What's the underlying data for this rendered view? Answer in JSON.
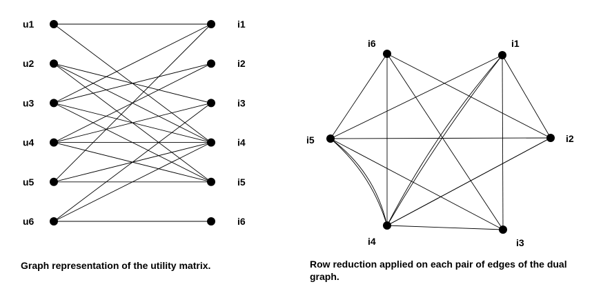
{
  "bipartite_graph": {
    "users": [
      {
        "id": "u1",
        "label": "u1"
      },
      {
        "id": "u2",
        "label": "u2"
      },
      {
        "id": "u3",
        "label": "u3"
      },
      {
        "id": "u4",
        "label": "u4"
      },
      {
        "id": "u5",
        "label": "u5"
      },
      {
        "id": "u6",
        "label": "u6"
      }
    ],
    "items": [
      {
        "id": "i1",
        "label": "i1"
      },
      {
        "id": "i2",
        "label": "i2"
      },
      {
        "id": "i3",
        "label": "i3"
      },
      {
        "id": "i4",
        "label": "i4"
      },
      {
        "id": "i5",
        "label": "i5"
      },
      {
        "id": "i6",
        "label": "i6"
      }
    ],
    "edges": [
      [
        "u1",
        "i1"
      ],
      [
        "u1",
        "i4"
      ],
      [
        "u2",
        "i3"
      ],
      [
        "u2",
        "i4"
      ],
      [
        "u2",
        "i5"
      ],
      [
        "u3",
        "i1"
      ],
      [
        "u3",
        "i2"
      ],
      [
        "u3",
        "i4"
      ],
      [
        "u3",
        "i5"
      ],
      [
        "u4",
        "i2"
      ],
      [
        "u4",
        "i3"
      ],
      [
        "u4",
        "i4"
      ],
      [
        "u4",
        "i5"
      ],
      [
        "u5",
        "i1"
      ],
      [
        "u5",
        "i4"
      ],
      [
        "u5",
        "i5"
      ],
      [
        "u6",
        "i3"
      ],
      [
        "u6",
        "i4"
      ],
      [
        "u6",
        "i6"
      ]
    ],
    "caption": "Graph representation of the utility matrix."
  },
  "dual_graph": {
    "nodes": [
      {
        "id": "i1",
        "label": "i1"
      },
      {
        "id": "i2",
        "label": "i2"
      },
      {
        "id": "i3",
        "label": "i3"
      },
      {
        "id": "i4",
        "label": "i4"
      },
      {
        "id": "i5",
        "label": "i5"
      },
      {
        "id": "i6",
        "label": "i6"
      }
    ],
    "edges": [
      [
        "i6",
        "i4"
      ],
      [
        "i6",
        "i3"
      ],
      [
        "i6",
        "i2"
      ],
      [
        "i6",
        "i5"
      ],
      [
        "i1",
        "i5"
      ],
      [
        "i1",
        "i2"
      ],
      [
        "i1",
        "i4"
      ],
      [
        "i1",
        "i3"
      ],
      [
        "i5",
        "i2"
      ],
      [
        "i5",
        "i4"
      ],
      [
        "i5",
        "i3"
      ],
      [
        "i2",
        "i4"
      ],
      [
        "i4",
        "i3"
      ],
      [
        "i4",
        "i1"
      ],
      [
        "i4",
        "i5"
      ],
      [
        "i4",
        "i2"
      ]
    ],
    "caption": "Row reduction applied on each pair of edges of the dual graph."
  }
}
